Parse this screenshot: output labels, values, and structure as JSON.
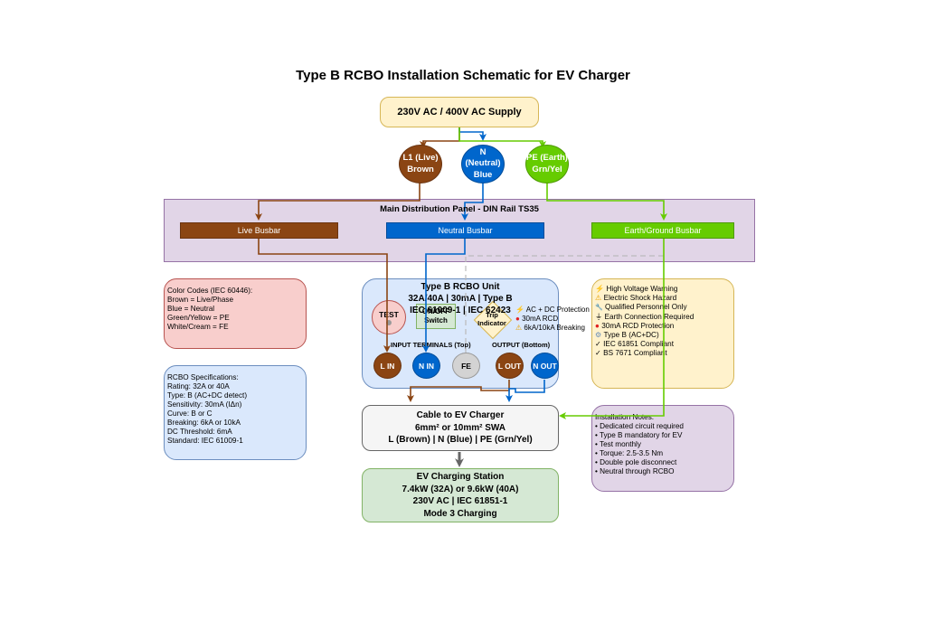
{
  "title": "Type B RCBO Installation Schematic for EV Charger",
  "supply": {
    "label": "230V AC / 400V AC Supply"
  },
  "conductors": [
    {
      "line1": "L1 (Live)",
      "line2": "Brown",
      "color": "#8b4513"
    },
    {
      "line1": "N (Neutral)",
      "line2": "Blue",
      "color": "#0066cc"
    },
    {
      "line1": "PE (Earth)",
      "line2": "Grn/Yel",
      "color": "#66cc00"
    }
  ],
  "panel": {
    "title": "Main Distribution Panel - DIN Rail TS35",
    "busbars": [
      {
        "label": "Live Busbar",
        "color": "#8b4513"
      },
      {
        "label": "Neutral Busbar",
        "color": "#0066cc"
      },
      {
        "label": "Earth/Ground Busbar",
        "color": "#66cc00"
      }
    ]
  },
  "color_codes": {
    "lines": [
      "Color Codes (IEC 60446):",
      "Brown = Live/Phase",
      "Blue = Neutral",
      "Green/Yellow = PE",
      "White/Cream = FE"
    ]
  },
  "rcbo_specs": {
    "lines": [
      "RCBO Specifications:",
      "Rating: 32A or 40A",
      "Type: B (AC+DC detect)",
      "Sensitivity: 30mA (IΔn)",
      "Curve: B or C",
      "Breaking: 6kA or 10kA",
      "DC Threshold: 6mA",
      "Standard: IEC 61009-1"
    ]
  },
  "rcbo_unit": {
    "title_lines": [
      "Type B RCBO Unit",
      "32A/40A | 30mA | Type B",
      "IEC 61009-1 | IEC 62423"
    ],
    "test_label": "TEST",
    "switch_lines": [
      "ON/OFF",
      "Switch"
    ],
    "trip_lines": [
      "Trip",
      "Indicator"
    ],
    "protection": [
      {
        "icon": "⚡",
        "text": "AC + DC Protection"
      },
      {
        "icon": "●",
        "text": "30mA RCD"
      },
      {
        "icon": "⚠",
        "text": "6kA/10kA Breaking"
      }
    ],
    "input_label": "INPUT TERMINALS (Top)",
    "output_label": "OUTPUT (Bottom)",
    "terminals": [
      "L IN",
      "N IN",
      "FE",
      "L OUT",
      "N OUT"
    ]
  },
  "safety": {
    "items": [
      {
        "icon": "⚡",
        "text": "High Voltage Warning"
      },
      {
        "icon": "⚠",
        "text": "Electric Shock Hazard"
      },
      {
        "icon": "🔧",
        "text": "Qualified Personnel Only"
      },
      {
        "icon": "⏚",
        "text": "Earth Connection Required"
      },
      {
        "icon": "●",
        "text": "30mA RCD Protection"
      },
      {
        "icon": "⚙",
        "text": "Type B (AC+DC)"
      },
      {
        "icon": "✓",
        "text": "IEC 61851 Compliant"
      },
      {
        "icon": "✓",
        "text": "BS 7671 Compliant"
      }
    ]
  },
  "install_notes": {
    "lines": [
      "Installation Notes:",
      "• Dedicated circuit required",
      "• Type B mandatory for EV",
      "• Test monthly",
      "• Torque: 2.5-3.5 Nm",
      "• Double pole disconnect",
      "• Neutral through RCBO"
    ]
  },
  "cable": {
    "lines": [
      "Cable to EV Charger",
      "6mm² or 10mm² SWA",
      "L (Brown) | N (Blue) | PE (Grn/Yel)"
    ]
  },
  "station": {
    "lines": [
      "EV Charging Station",
      "7.4kW (32A) or 9.6kW (40A)",
      "230V AC | IEC 61851-1",
      "Mode 3 Charging"
    ]
  }
}
